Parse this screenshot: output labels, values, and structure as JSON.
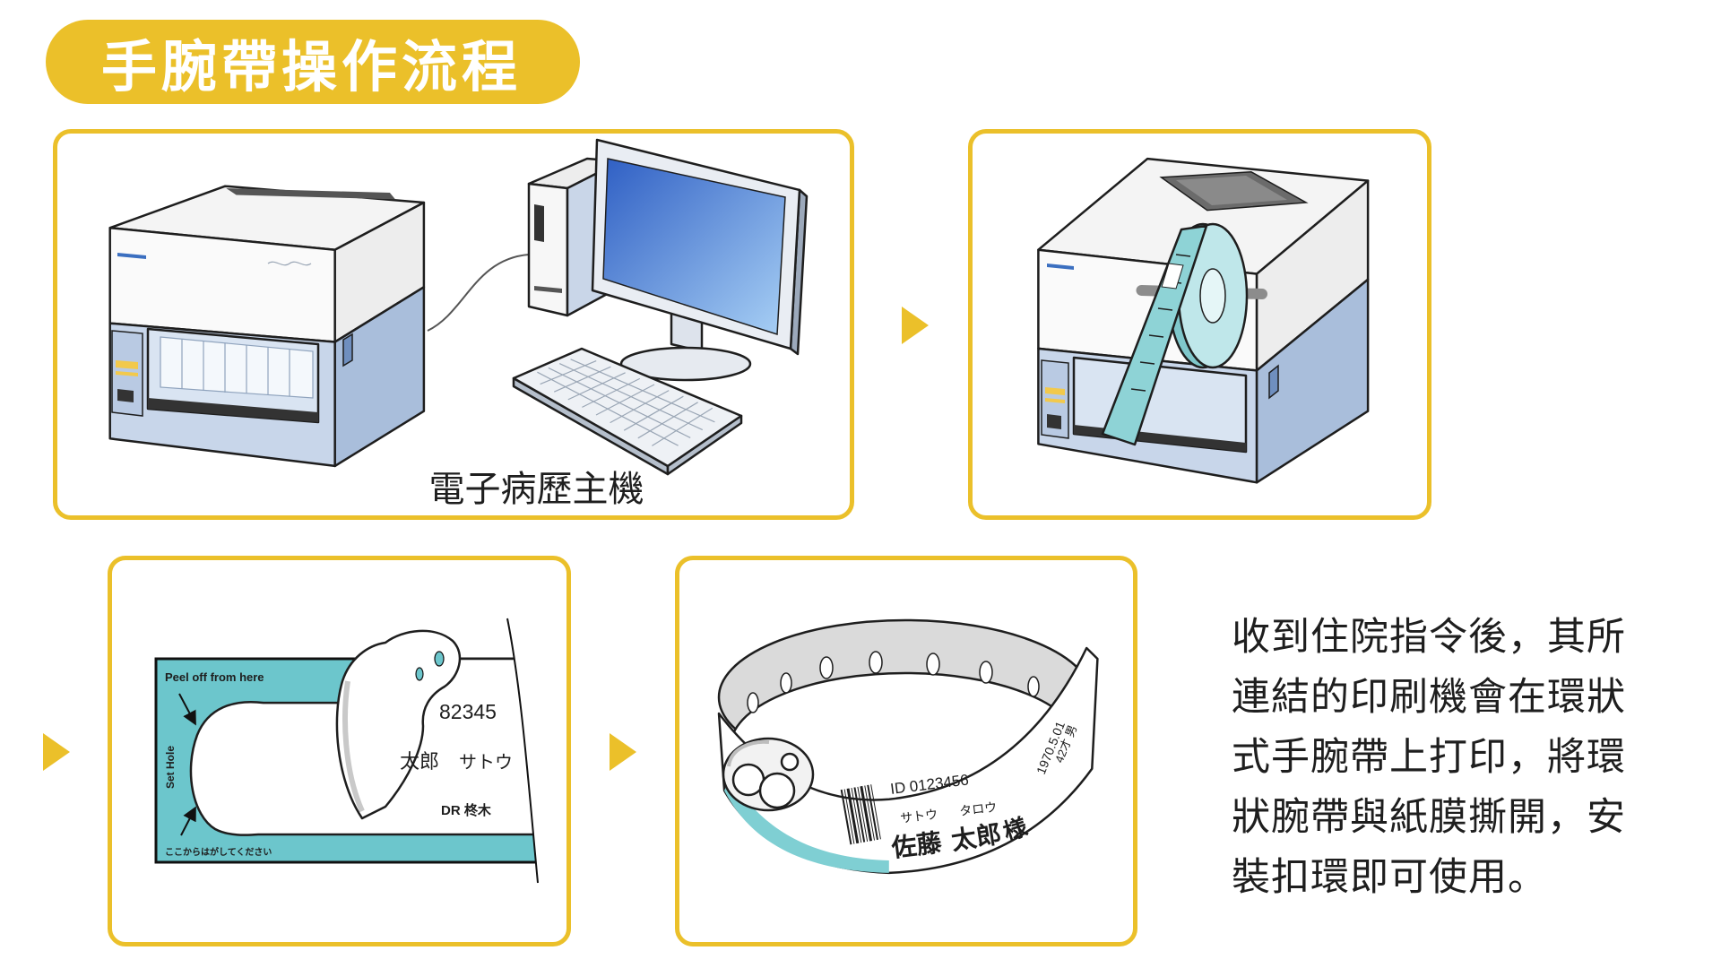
{
  "title": "手腕帶操作流程",
  "colors": {
    "accent_yellow": "#EBC02A",
    "printer_blue": "#C8D6EA",
    "wristband_teal": "#8ED3D6",
    "label_teal": "#6CC6CC",
    "text": "#222222"
  },
  "steps": [
    {
      "illustration": "printer-and-computer-icon",
      "caption": "電子病歷主機"
    },
    {
      "illustration": "printer-with-wristband-roll-icon"
    },
    {
      "illustration": "wristband-label-sheet-icon"
    },
    {
      "illustration": "fastened-wristband-icon"
    }
  ],
  "arrows": [
    "arrow-right-icon",
    "arrow-right-icon",
    "arrow-right-icon"
  ],
  "label_sheet": {
    "peel_text": "Peel off from here",
    "set_hole": "Set Hole",
    "jp_note": "ここからはがしてください",
    "number": "82345",
    "name": "太郎",
    "kana": "サトウ",
    "doctor": "DR 柊木"
  },
  "wristband": {
    "id": "ID 0123456",
    "kana_family": "サトウ",
    "kana_given": "タロウ",
    "family": "佐藤",
    "given": "太郎",
    "honorific": "様",
    "dob": "1970.5.01",
    "age_sex": "42才 男"
  },
  "description": {
    "lines": [
      "收到住院指令後，其所",
      "連結的印刷機會在環狀",
      "式手腕帶上打印，將環",
      "狀腕帶與紙膜撕開，安",
      "裝扣環即可使用。"
    ]
  }
}
